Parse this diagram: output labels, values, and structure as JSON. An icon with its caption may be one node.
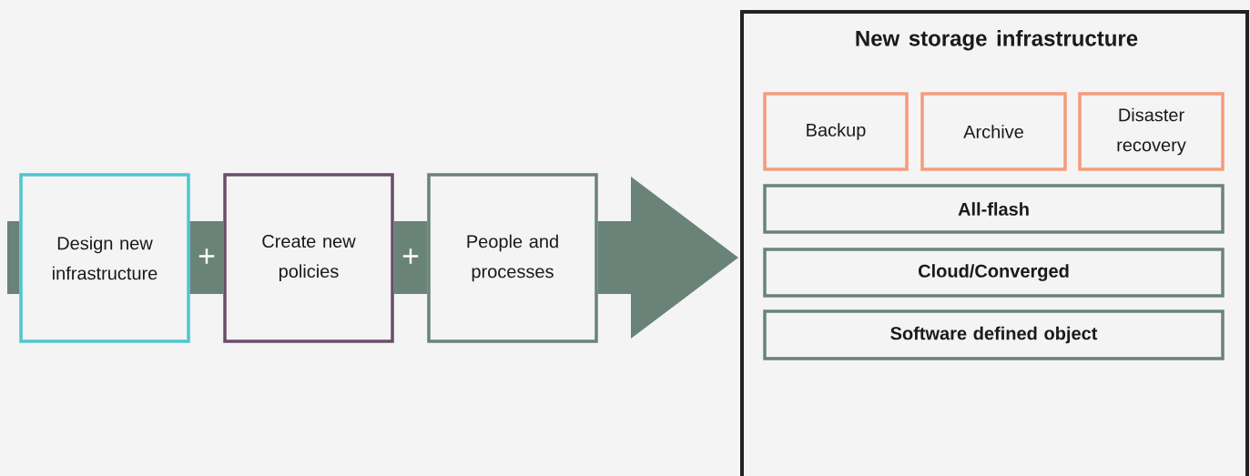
{
  "diagram": {
    "nodes": [
      {
        "text": [
          "Design new infrastructure"
        ]
      },
      {
        "text": [
          "Create new policies"
        ]
      },
      {
        "text": [
          "People and processes"
        ]
      },
      {
        "text": [
          "New storage infrastructure"
        ]
      },
      {
        "text": [
          "Backup"
        ],
        "in": 3
      },
      {
        "text": [
          "Archive"
        ],
        "in": 3
      },
      {
        "text": [
          "Disaster recovery"
        ],
        "in": 3
      },
      {
        "text": [
          "All-flash"
        ],
        "in": 3
      },
      {
        "text": [
          "Cloud/Converged"
        ],
        "in": 3
      },
      {
        "text": [
          "Software defined object"
        ],
        "in": 3
      }
    ],
    "edges": [
      {
        "from": null,
        "to": 0,
        "arrow": "none"
      },
      {
        "from": 0,
        "to": 1,
        "arrow": "none",
        "label": "+"
      },
      {
        "from": 1,
        "to": 2,
        "arrow": "none",
        "label": "+"
      },
      {
        "from": 2,
        "to": 3,
        "arrow": "to"
      }
    ]
  }
}
